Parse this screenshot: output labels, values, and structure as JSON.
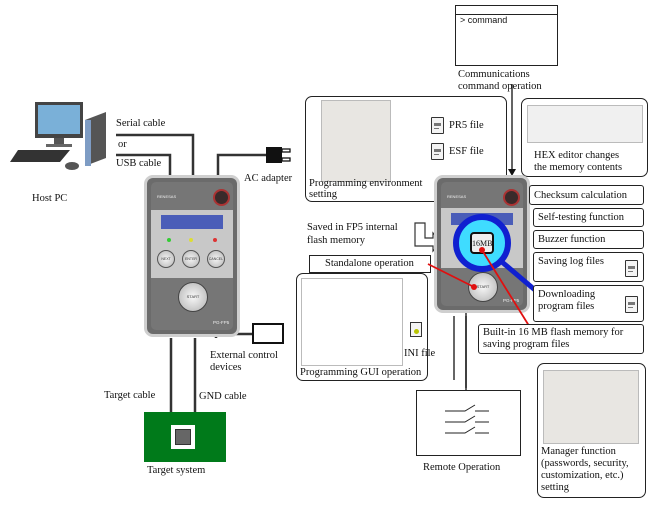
{
  "host": {
    "label": "Host PC",
    "cable_serial": "Serial cable",
    "cable_or": "or",
    "cable_usb": "USB cable"
  },
  "left_device": {
    "brand": "RENESAS",
    "power_label": "POWER",
    "leds": [
      "PASS",
      "BUSY",
      "ERROR"
    ],
    "buttons": [
      "NEXT",
      "ENTER",
      "CANCEL"
    ],
    "start_label": "START",
    "model": "PG-FP5"
  },
  "ac_adapter": "AC adapter",
  "external_control": [
    "External control",
    "devices"
  ],
  "target": {
    "target_cable": "Target cable",
    "gnd_cable": "GND cable",
    "label": "Target system"
  },
  "command_window": {
    "prompt": ">",
    "text": "command",
    "caption": [
      "Communications",
      "command operation"
    ]
  },
  "env_setting": {
    "caption": [
      "Programming environment",
      "setting"
    ],
    "files": [
      "PR5 file",
      "ESF file"
    ]
  },
  "hex_editor": {
    "caption": [
      "HEX editor changes",
      "the memory contents"
    ]
  },
  "saved_note": [
    "Saved in FP5 internal",
    "flash memory"
  ],
  "standalone": "Standalone operation",
  "gui_operation": {
    "caption": "Programming GUI operation",
    "file": "INI file"
  },
  "right_device": {
    "brand": "RENESAS",
    "power_label": "POWER",
    "memory_badge": "16MB",
    "start_label": "START",
    "model": "PG-FP5"
  },
  "functions": [
    "Checksum calculation",
    "Self-testing function",
    "Buzzer function",
    "Saving log files",
    "Downloading program files"
  ],
  "flash_memory_note": [
    "Built-in 16 MB flash memory for",
    "saving program files"
  ],
  "remote": {
    "caption": "Remote Operation"
  },
  "manager": {
    "caption": [
      "Manager function",
      "(passwords, security,",
      "customization, etc.)",
      "setting"
    ]
  },
  "colors": {
    "pcb_green": "#007a1a",
    "magnifier_blue": "#1020d0",
    "magnifier_fill": "#3fdcff",
    "pointer_red": "#e01010",
    "lcd_blue": "#4a5db8"
  }
}
